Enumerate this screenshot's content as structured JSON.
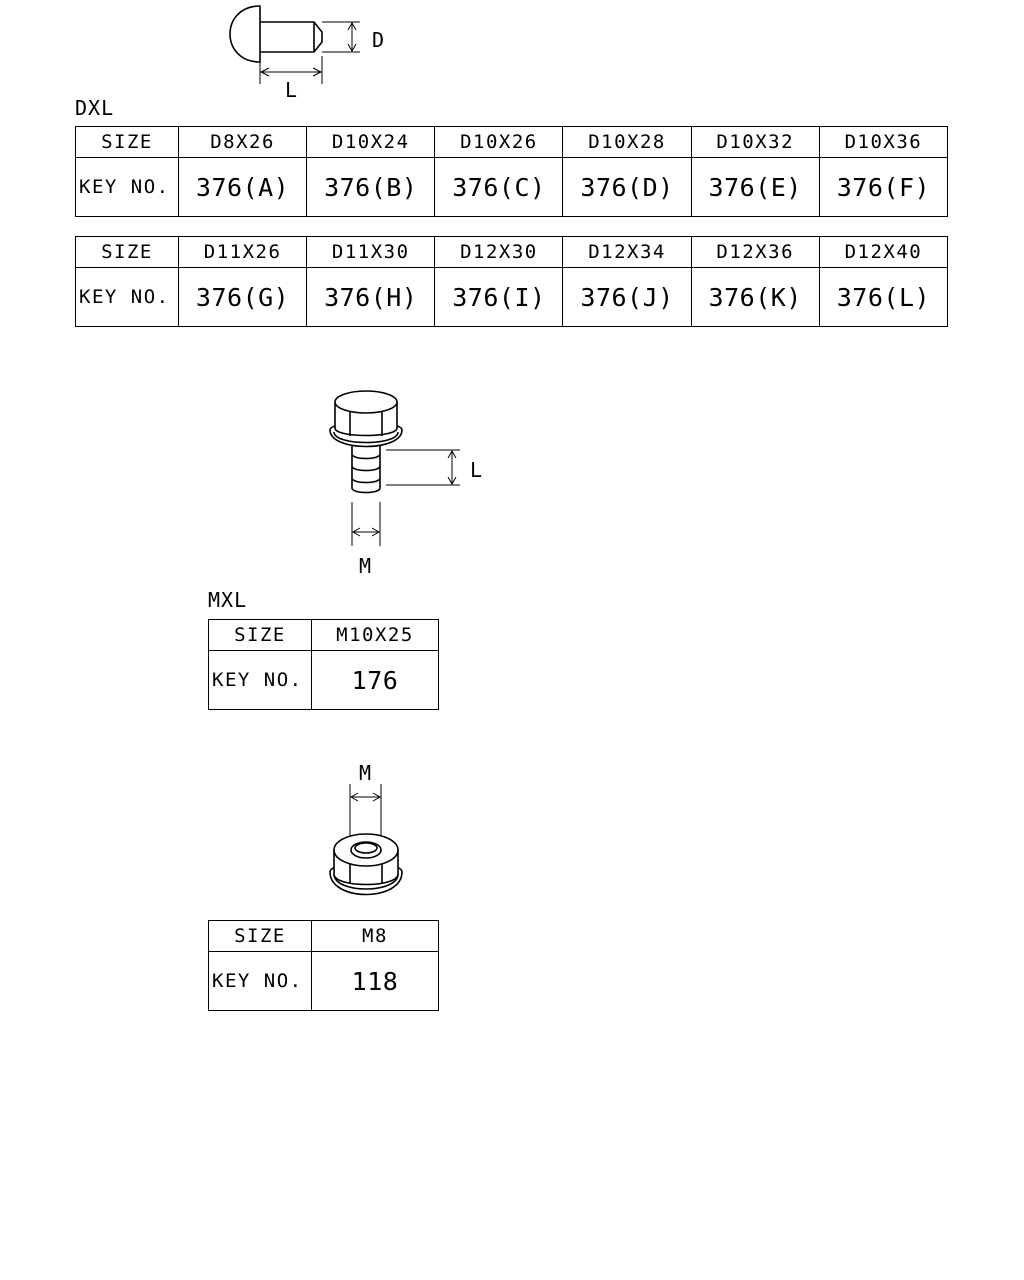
{
  "rivet": {
    "figure_labels": {
      "diameter": "D",
      "length": "L"
    },
    "table_caption": "DXL",
    "size_header": "SIZE",
    "key_header": "KEY NO.",
    "tables": [
      {
        "sizes": [
          "D8X26",
          "D10X24",
          "D10X26",
          "D10X28",
          "D10X32",
          "D10X36"
        ],
        "keys": [
          "376(A)",
          "376(B)",
          "376(C)",
          "376(D)",
          "376(E)",
          "376(F)"
        ]
      },
      {
        "sizes": [
          "D11X26",
          "D11X30",
          "D12X30",
          "D12X34",
          "D12X36",
          "D12X40"
        ],
        "keys": [
          "376(G)",
          "376(H)",
          "376(I)",
          "376(J)",
          "376(K)",
          "376(L)"
        ]
      }
    ]
  },
  "bolt": {
    "figure_labels": {
      "length": "L",
      "thread": "M"
    },
    "table_caption": "MXL",
    "size_header": "SIZE",
    "key_header": "KEY NO.",
    "size": "M10X25",
    "key": "176"
  },
  "nut": {
    "figure_labels": {
      "thread": "M"
    },
    "size_header": "SIZE",
    "key_header": "KEY NO.",
    "size": "M8",
    "key": "118"
  }
}
